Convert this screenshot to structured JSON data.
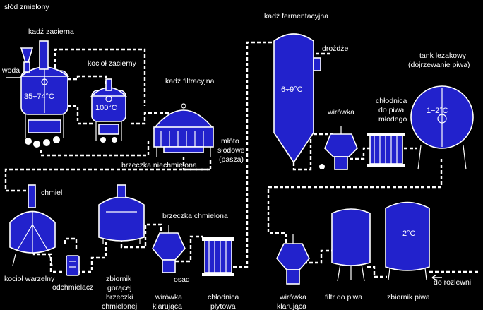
{
  "labels": {
    "slod_zmielony": "słód zmielony",
    "kadz_zacierna": "kadź zacierna",
    "woda": "woda",
    "kociol_zacierny": "kocioł zacierny",
    "kadz_filtracyjna": "kadź filtracyjna",
    "mloto_1": "młóto",
    "mloto_2": "słodowe",
    "mloto_3": "(pasza)",
    "brzeczka_niechmielona": "brzeczka niechmielona",
    "kadz_fermentacyjna": "kadź fermentacyjna",
    "drozdze": "drożdże",
    "tank_1": "tank leżakowy",
    "tank_2": "(dojrzewanie piwa)",
    "wirowka": "wirówka",
    "chlodnica_mlodego_1": "chłodnica",
    "chlodnica_mlodego_2": "do piwa",
    "chlodnica_mlodego_3": "młodego",
    "chmiel": "chmiel",
    "kociol_warzelny": "kocioł warzelny",
    "odchmielacz": "odchmielacz",
    "zbiornik_goracej_1": "zbiornik",
    "zbiornik_goracej_2": "gorącej",
    "zbiornik_goracej_3": "brzeczki",
    "zbiornik_goracej_4": "chmielonej",
    "brzeczka_chmielona": "brzeczka chmielona",
    "osad": "osad",
    "wirowka_klarujaca_a_1": "wirówka",
    "wirowka_klarujaca_a_2": "klarująca",
    "chlodnica_plytowa_1": "chłodnica",
    "chlodnica_plytowa_2": "płytowa",
    "wirowka_klarujaca_b_1": "wirówka",
    "wirowka_klarujaca_b_2": "klarująca",
    "filtr_do_piwa": "filtr do piwa",
    "zbiornik_piwa": "zbiornik piwa",
    "do_rozlewni": "do rozlewni"
  },
  "temperatures": {
    "kadz_zacierna": "35÷74°C",
    "kociol_zacierny": "100°C",
    "kadz_fermentacyjna": "6÷9°C",
    "tank_lezakowy": "1÷2°C",
    "zbiornik_piwa": "2°C"
  },
  "colors": {
    "background": "#000000",
    "vessel": "#2222cc",
    "line": "#ffffff"
  }
}
